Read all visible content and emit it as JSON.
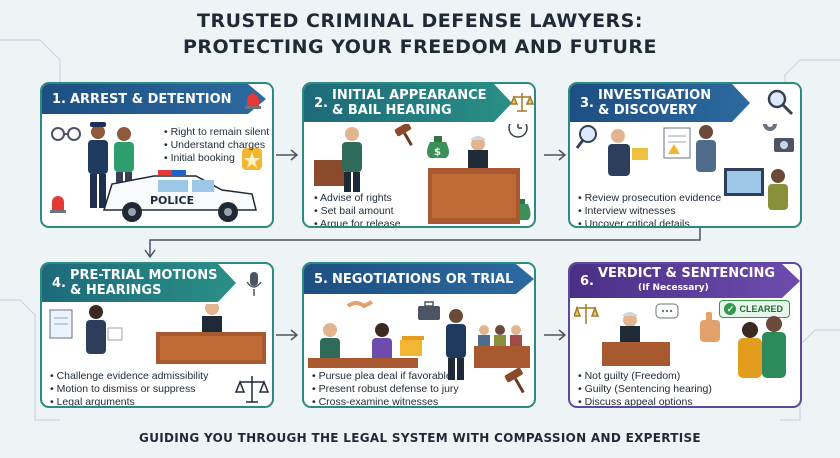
{
  "title": {
    "line1": "TRUSTED CRIMINAL DEFENSE LAWYERS:",
    "line2": "PROTECTING YOUR FREEDOM AND FUTURE"
  },
  "steps": [
    {
      "number": "1.",
      "title": "ARREST & DETENTION",
      "subtitle": "",
      "bullets": [
        "Right to remain silent",
        "Understand charges",
        "Initial booking"
      ]
    },
    {
      "number": "2.",
      "title_line1": "INITIAL APPEARANCE",
      "title_line2": "& BAIL HEARING",
      "bullets": [
        "Advise of rights",
        "Set bail amount",
        "Argue for release"
      ]
    },
    {
      "number": "3.",
      "title_line1": "INVESTIGATION",
      "title_line2": "& DISCOVERY",
      "bullets": [
        "Review prosecution evidence",
        "Interview witnesses",
        "Uncover critical details"
      ]
    },
    {
      "number": "4.",
      "title_line1": "PRE-TRIAL MOTIONS",
      "title_line2": "& HEARINGS",
      "bullets": [
        "Challenge evidence admissibility",
        "Motion to dismiss or suppress",
        "Legal arguments"
      ]
    },
    {
      "number": "5.",
      "title": "NEGOTIATIONS OR TRIAL",
      "bullets": [
        "Pursue plea deal if favorable",
        "Present robust defense to jury",
        "Cross-examine witnesses"
      ]
    },
    {
      "number": "6.",
      "title": "VERDICT & SENTENCING",
      "subtitle": "(If Necessary)",
      "bullets": [
        "Not guilty (Freedom)",
        "Guilty (Sentencing hearing)",
        "Discuss appeal options"
      ]
    }
  ],
  "police_car_text": "POLICE",
  "cleared_badge": "CLEARED",
  "footer": "GUIDING YOU THROUGH THE LEGAL SYSTEM WITH COMPASSION AND EXPERTISE",
  "colors": {
    "teal_border": "#2d8a80",
    "blue_header": "#1d4f82",
    "teal_header": "#2a8f86",
    "violet_header": "#5c4a9e",
    "text": "#1f2a37"
  },
  "icons": [
    "siren-icon",
    "handcuffs-icon",
    "badge-icon",
    "scales-icon",
    "money-bag-icon",
    "clock-icon",
    "gavel-icon",
    "magnifier-icon",
    "gear-icon",
    "camera-icon",
    "document-icon",
    "microphone-icon",
    "briefcase-icon",
    "handshake-icon",
    "thumbs-up-icon",
    "speech-bubble-icon",
    "check-icon"
  ]
}
